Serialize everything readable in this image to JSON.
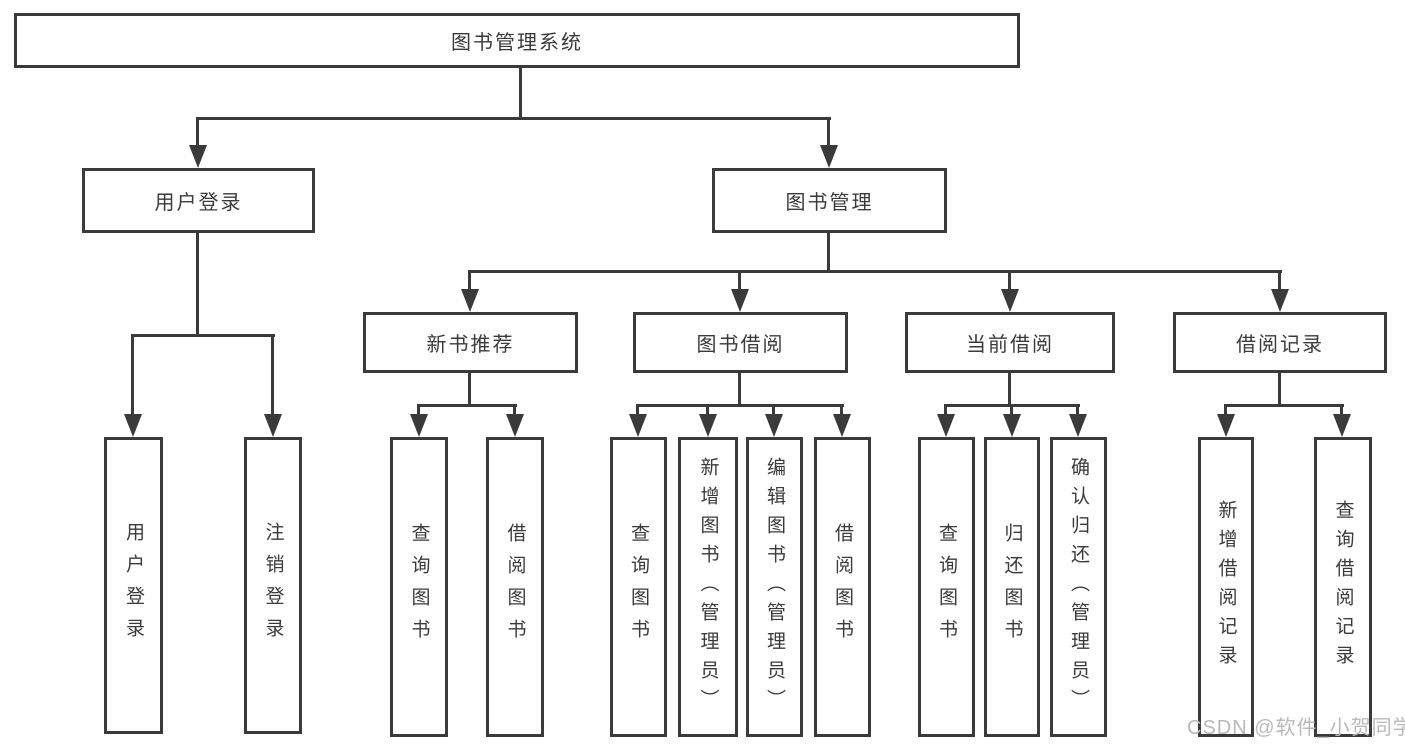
{
  "diagram": {
    "root": {
      "label": "图书管理系统"
    },
    "branches": [
      {
        "label": "用户登录",
        "children": [
          {
            "label": "用户登录"
          },
          {
            "label": "注销登录"
          }
        ]
      },
      {
        "label": "图书管理",
        "children": [
          {
            "label": "新书推荐",
            "children": [
              {
                "label": "查询图书"
              },
              {
                "label": "借阅图书"
              }
            ]
          },
          {
            "label": "图书借阅",
            "children": [
              {
                "label": "查询图书"
              },
              {
                "label": "新增图书（管理员）"
              },
              {
                "label": "编辑图书（管理员）"
              },
              {
                "label": "借阅图书"
              }
            ]
          },
          {
            "label": "当前借阅",
            "children": [
              {
                "label": "查询图书"
              },
              {
                "label": "归还图书"
              },
              {
                "label": "确认归还（管理员）"
              }
            ]
          },
          {
            "label": "借阅记录",
            "children": [
              {
                "label": "新增借阅记录"
              },
              {
                "label": "查询借阅记录"
              }
            ]
          }
        ]
      }
    ]
  },
  "watermark": {
    "text": "CSDN @软件_小贺同学",
    "color": "#b9b9b9"
  },
  "colors": {
    "line": "#3a3a3a",
    "text": "#3a3a3a",
    "background": "#ffffff"
  }
}
